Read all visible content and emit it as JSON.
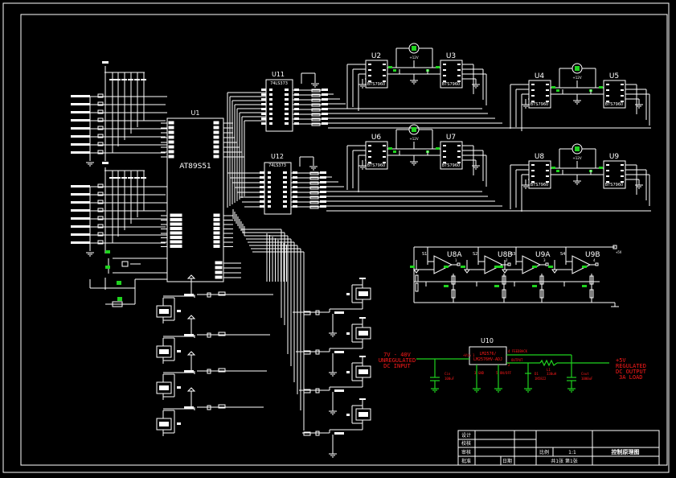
{
  "sheet": {
    "background": "#000000",
    "line_color": "#ffffff",
    "accent_green": "#1fd31f",
    "accent_red": "#ff1a1a"
  },
  "components": {
    "mcu": {
      "ref": "U1",
      "part": "AT89S51"
    },
    "latch1": {
      "ref": "U11",
      "part": "74LS373"
    },
    "latch2": {
      "ref": "U12",
      "part": "74LS373"
    },
    "drivers": [
      {
        "ref": "U2",
        "part": "BTS7960"
      },
      {
        "ref": "U3",
        "part": "BTS7960"
      },
      {
        "ref": "U4",
        "part": "BTS7960"
      },
      {
        "ref": "U5",
        "part": "BTS7960"
      },
      {
        "ref": "U6",
        "part": "BTS7960"
      },
      {
        "ref": "U7",
        "part": "BTS7960"
      },
      {
        "ref": "U8",
        "part": "BTS7960"
      },
      {
        "ref": "U9",
        "part": "BTS7960"
      }
    ],
    "motor_supply": "+12V",
    "opamps": [
      {
        "ref": "U8A",
        "sensor": "S1",
        "out": "1"
      },
      {
        "ref": "U8B",
        "sensor": "S2",
        "out": "2"
      },
      {
        "ref": "U9A",
        "sensor": "S3",
        "out": "3"
      },
      {
        "ref": "U9B",
        "sensor": "S4",
        "out": "4"
      }
    ],
    "opamp_vcc": "+5V",
    "regulator": {
      "ref": "U10",
      "part_line1": "LM2576/",
      "part_line2": "LM2576HV-ADJ",
      "pin_vin": "+Vin 1",
      "pin_feedback": "4 FEEDBACK",
      "pin_output": "OUTPUT",
      "pin_out_num": "2",
      "pin_gnd": "3 GND",
      "pin_onoff": "5 ON/OFF",
      "cin": {
        "ref": "Cin",
        "value": "100uF"
      },
      "diode": {
        "ref": "D1",
        "value": "1N5822"
      },
      "inductor": {
        "ref": "L1",
        "value": "330uH"
      },
      "cout": {
        "ref": "Cout",
        "value": "1000uF"
      },
      "input_label": [
        "7V - 40V",
        "UNREGULATED",
        "DC INPUT"
      ],
      "output_label": [
        "+5V",
        "REGULATED",
        "DC OUTPUT",
        "3A LOAD"
      ]
    }
  },
  "title_block": {
    "rows_left": [
      "设计",
      "校核",
      "审核",
      "批准"
    ],
    "date_label": "日期",
    "scale_label": "比例",
    "scale_value": "1:1",
    "drawing_title": "控制原理图",
    "sheet_info": "共1张 第1张"
  }
}
